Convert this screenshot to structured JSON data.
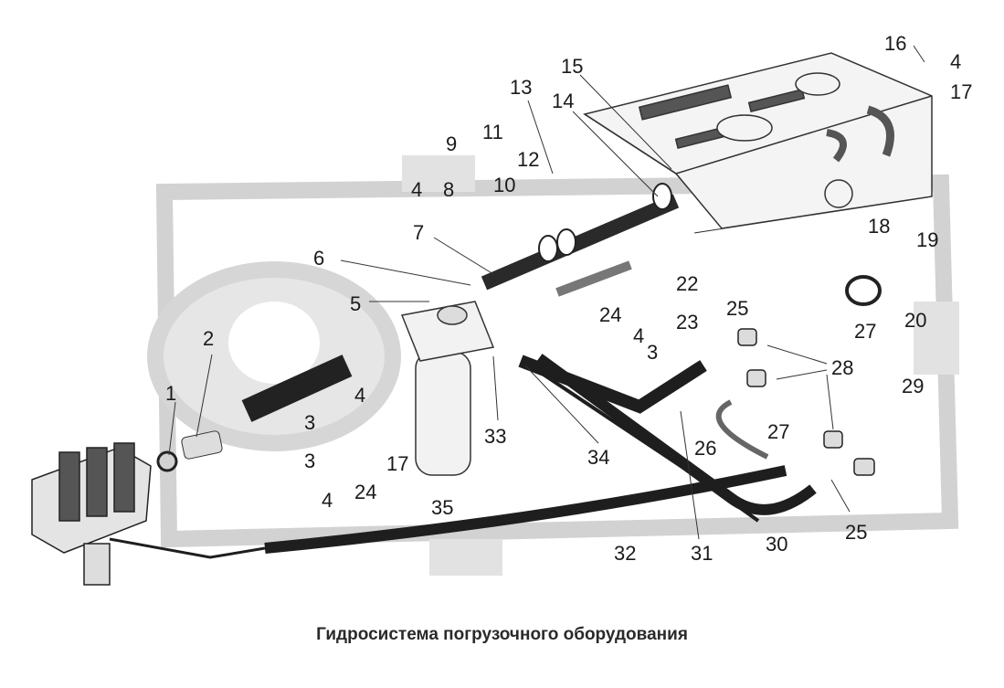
{
  "caption": "Гидросистема погрузочного оборудования",
  "callouts": [
    "1",
    "2",
    "3",
    "3",
    "3",
    "4",
    "4",
    "4",
    "4",
    "4",
    "5",
    "6",
    "7",
    "8",
    "9",
    "10",
    "11",
    "12",
    "13",
    "14",
    "15",
    "16",
    "17",
    "17",
    "18",
    "19",
    "20",
    "22",
    "23",
    "24",
    "24",
    "25",
    "25",
    "26",
    "27",
    "27",
    "28",
    "29",
    "30",
    "31",
    "32",
    "33",
    "34",
    "35"
  ]
}
